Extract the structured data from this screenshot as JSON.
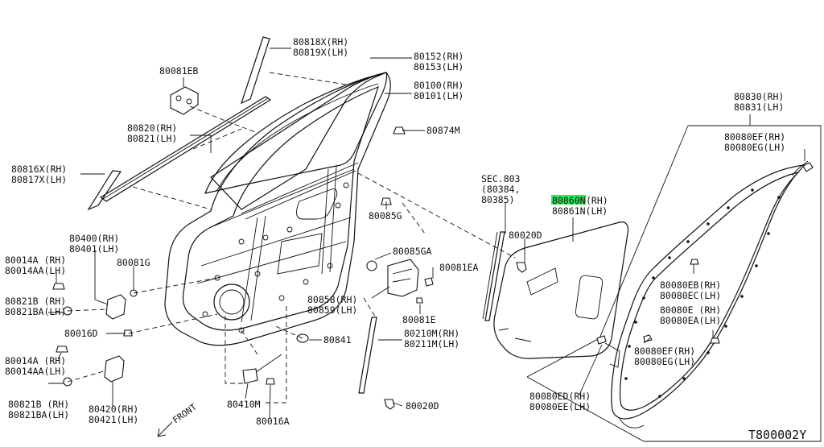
{
  "diagram_id": "T800002Y",
  "front_label": "FRONT",
  "labels": {
    "p80818x": "80818X(RH)",
    "p80819x": "80819X(LH)",
    "p80152": "80152(RH)",
    "p80153": "80153(LH)",
    "p80100": "80100(RH)",
    "p80101": "80101(LH)",
    "p80081eb": "80081EB",
    "p80820": "80820(RH)",
    "p80821": "80821(LH)",
    "p80874m": "80874M",
    "p80816x": "80816X(RH)",
    "p80817x": "80817X(LH)",
    "sec1": "SEC.803",
    "sec2": "(80384,",
    "sec3": "80385)",
    "p80860n": "80860N",
    "p80860n_rh": "(RH)",
    "p80861n": "80861N(LH)",
    "p80830": "80830(RH)",
    "p80831": "80831(LH)",
    "p80080ef_top": "80080EF(RH)",
    "p80080eg_top": "80080EG(LH)",
    "p80085g": "80085G",
    "p80020d_top": "80020D",
    "p80085ga": "80085GA",
    "p80400": "80400(RH)",
    "p80401": "80401(LH)",
    "p80014a_top": "80014A (RH)",
    "p80014aa_top": "80014AA(LH)",
    "p80081g": "80081G",
    "p80081ea": "80081EA",
    "p80080eb": "80080EB(RH)",
    "p80080ec": "80080EC(LH)",
    "p80858": "80858(RH)",
    "p80859": "80859(LH)",
    "p80821b_top": "80821B (RH)",
    "p80821ba_top": "80821BA(LH)",
    "p80081e": "80081E",
    "p80080e": "80080E (RH)",
    "p80080ea": "80080EA(LH)",
    "p80016d": "80016D",
    "p80210m": "80210M(RH)",
    "p80211m": "80211M(LH)",
    "p80841": "80841",
    "p80080ef_bot": "80080EF(RH)",
    "p80080eg_bot": "80080EG(LH)",
    "p80014a_bot": "80014A (RH)",
    "p80014aa_bot": "80014AA(LH)",
    "p80410m": "80410M",
    "p80020d_bot": "80020D",
    "p80080ed": "80080ED(RH)",
    "p80080ee": "80080EE(LH)",
    "p80821b_bot": "80821B (RH)",
    "p80821ba_bot": "80821BA(LH)",
    "p80420": "80420(RH)",
    "p80421": "80421(LH)",
    "p80016a": "80016A"
  },
  "colors": {
    "line": "#111111",
    "highlight": "#2ee65a",
    "background": "#ffffff"
  }
}
